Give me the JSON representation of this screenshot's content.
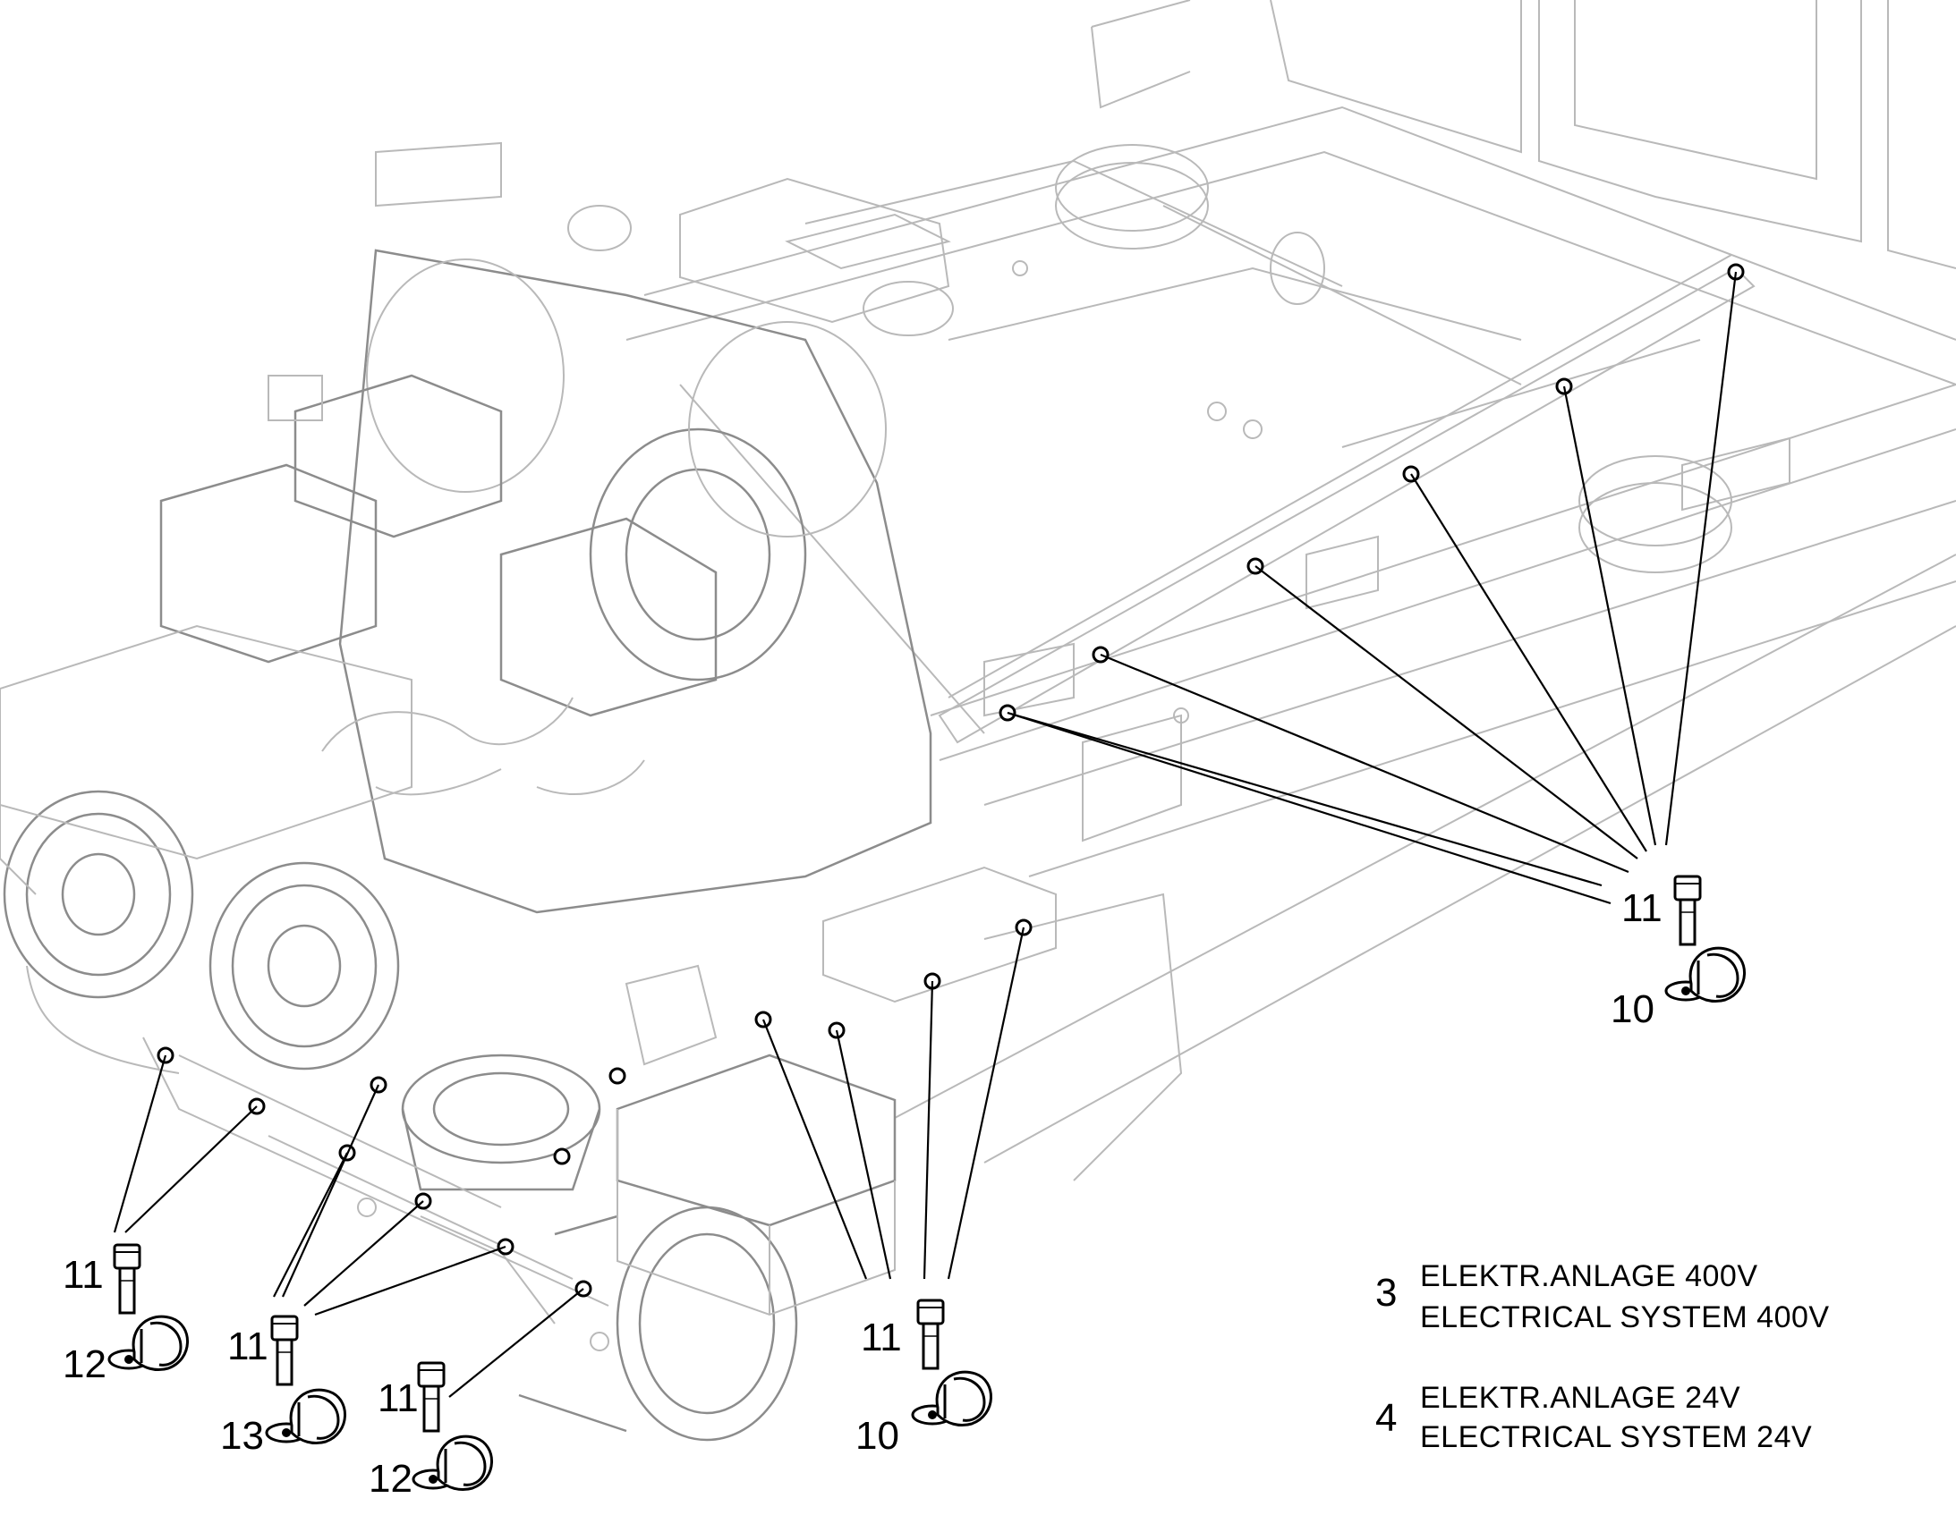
{
  "callouts": {
    "right_cluster": {
      "screw": "11",
      "clamp": "10"
    },
    "left_a": {
      "screw": "11",
      "clamp": "12"
    },
    "left_b": {
      "screw": "11",
      "clamp": "13"
    },
    "left_c": {
      "screw": "11",
      "clamp": "12"
    },
    "center": {
      "screw": "11",
      "clamp": "10"
    }
  },
  "legend": [
    {
      "number": "3",
      "line1": "ELEKTR.ANLAGE 400V",
      "line2": "ELECTRICAL SYSTEM 400V"
    },
    {
      "number": "4",
      "line1": "ELEKTR.ANLAGE 24V",
      "line2": "ELECTRICAL SYSTEM 24V"
    }
  ],
  "icons": {
    "fastener": "cap-screw-icon",
    "clamp": "cable-clamp-icon"
  }
}
